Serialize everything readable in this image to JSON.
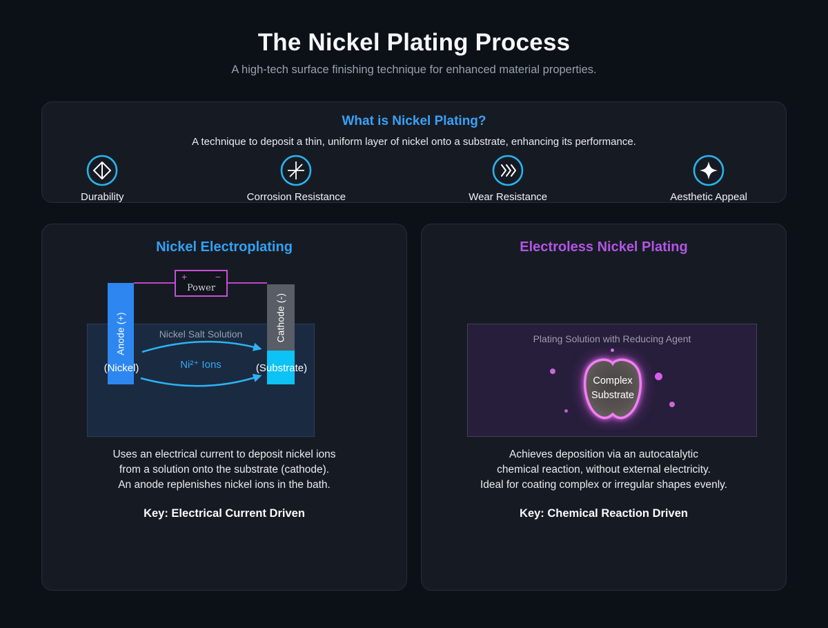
{
  "page": {
    "title": "The Nickel Plating Process",
    "subtitle": "A high-tech surface finishing technique for enhanced material properties."
  },
  "overview": {
    "heading": "What is Nickel Plating?",
    "description": "A technique to deposit a thin, uniform layer of nickel onto a substrate, enhancing its performance.",
    "benefits": [
      {
        "icon": "gem-icon",
        "label": "Durability"
      },
      {
        "icon": "asterisk-icon",
        "label": "Corrosion Resistance"
      },
      {
        "icon": "chevrons-icon",
        "label": "Wear Resistance"
      },
      {
        "icon": "sparkle-icon",
        "label": "Aesthetic Appeal"
      }
    ]
  },
  "electroplating": {
    "heading": "Nickel Electroplating",
    "diagram": {
      "power_label": "Power",
      "plus_sign": "+",
      "minus_sign": "−",
      "anode_label": "Anode (+)",
      "cathode_label": "Cathode (-)",
      "anode_sublabel": "(Nickel)",
      "cathode_sublabel": "(Substrate)",
      "solution_label": "Nickel Salt Solution",
      "ions_label": "Ni²⁺ Ions"
    },
    "description_lines": [
      "Uses an electrical current to deposit nickel ions",
      "from a solution onto the substrate (cathode).",
      "An anode replenishes nickel ions in the bath."
    ],
    "key": "Key: Electrical Current Driven"
  },
  "electroless": {
    "heading": "Electroless Nickel Plating",
    "diagram": {
      "solution_label": "Plating Solution with Reducing Agent",
      "substrate_line1": "Complex",
      "substrate_line2": "Substrate"
    },
    "description_lines": [
      "Achieves deposition via an autocatalytic",
      "chemical reaction, without external electricity.",
      "Ideal for coating complex or irregular shapes evenly."
    ],
    "key": "Key: Chemical Reaction Driven"
  },
  "colors": {
    "background": "#0c1017",
    "card_background": "#161b23",
    "accent_blue": "#33a1f4",
    "accent_purple": "#b355e6",
    "accent_cyan_icon": "#2ab3ee",
    "anode_blue": "#2e87f0",
    "cathode_gray": "#585d66",
    "plated_cyan": "#0dc2f4",
    "circuit_magenta": "#c84fd6",
    "blob_glow_pink": "#f37df5",
    "solution_navy": "#1a2a41",
    "solution_purple": "#261e3a"
  }
}
